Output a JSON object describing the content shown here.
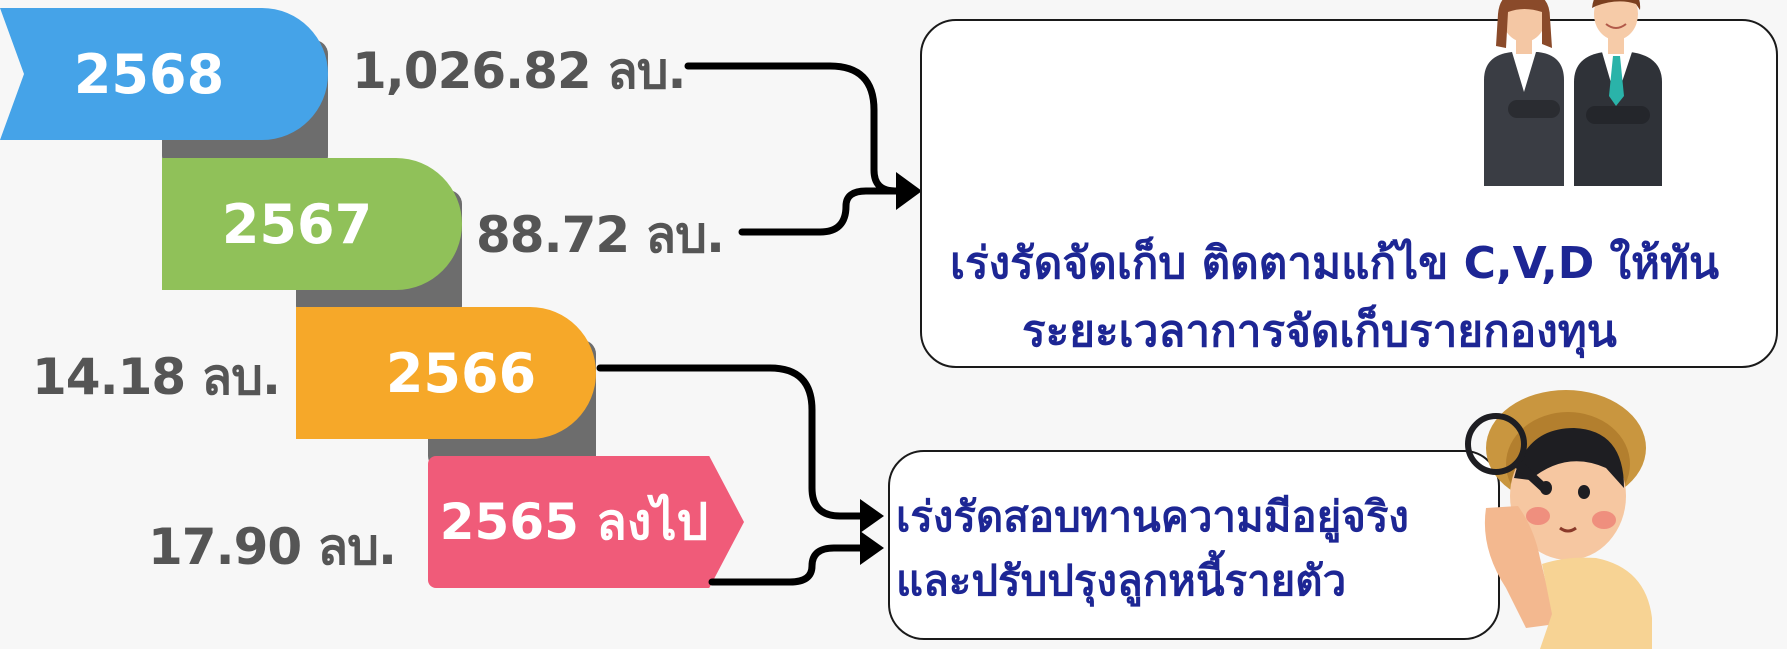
{
  "years": {
    "y2568": "2568",
    "y2567": "2567",
    "y2566": "2566",
    "y2565": "2565 ลงไป"
  },
  "amounts": {
    "a2568": "1,026.82 ลบ.",
    "a2567": "88.72 ลบ.",
    "a2566": "14.18 ลบ.",
    "a2565": "17.90 ลบ."
  },
  "actions": {
    "top": {
      "line1": "เร่งรัดจัดเก็บ ติดตามแก้ไข  C,V,D ให้ทัน",
      "line2": "ระยะเวลาการจัดเก็บรายกองทุน"
    },
    "bottom": {
      "line1": "เร่งรัดสอบทานความมีอยู่จริง",
      "line2": "และปรับปรุงลูกหนี้รายตัว"
    }
  },
  "icons": {
    "top_box": "business-people-icon",
    "bottom_box": "magnifying-glass-person-icon"
  },
  "colors": {
    "y2568": "#45a3e8",
    "y2567": "#90c159",
    "y2566": "#f6a829",
    "y2565": "#f05b79",
    "action_text": "#1d2694",
    "amount_text": "#555555"
  }
}
